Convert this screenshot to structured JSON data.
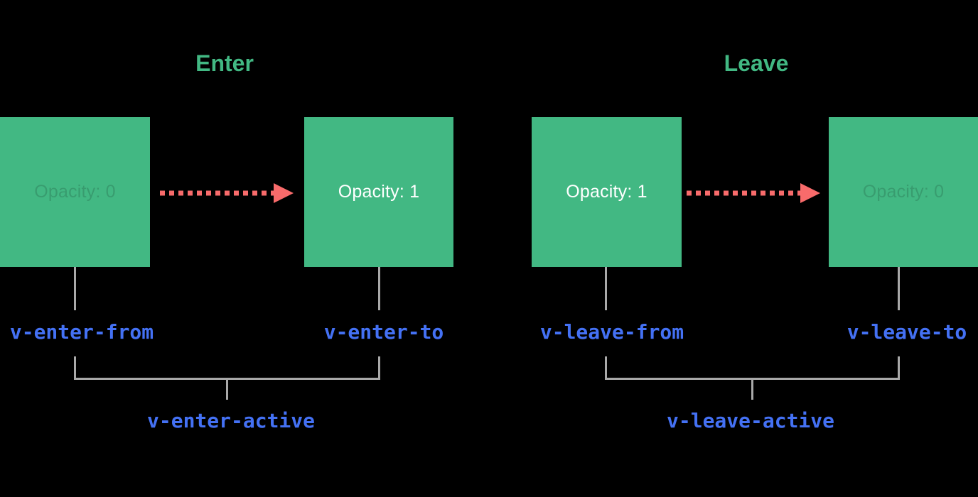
{
  "colors": {
    "background": "#000000",
    "green_accent": "#42b883",
    "arrow_red": "#f86b6b",
    "class_label_blue": "#4471f4",
    "connector_gray": "#a9a9a9",
    "box_text_white": "#ffffff"
  },
  "sections": [
    {
      "id": "enter",
      "title": "Enter",
      "from_box_label": "Opacity: 0",
      "from_box_state": "faint",
      "to_box_label": "Opacity: 1",
      "to_box_state": "solid",
      "from_class": "v-enter-from",
      "to_class": "v-enter-to",
      "active_class": "v-enter-active"
    },
    {
      "id": "leave",
      "title": "Leave",
      "from_box_label": "Opacity: 1",
      "from_box_state": "solid",
      "to_box_label": "Opacity: 0",
      "to_box_state": "faint",
      "from_class": "v-leave-from",
      "to_class": "v-leave-to",
      "active_class": "v-leave-active"
    }
  ]
}
